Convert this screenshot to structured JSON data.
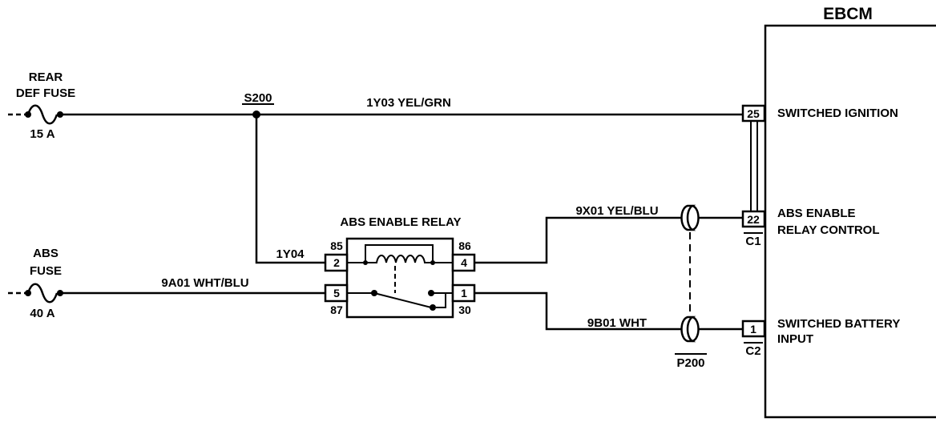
{
  "ebcm": {
    "title": "EBCM",
    "pins": [
      {
        "num": "25",
        "label_lines": [
          "SWITCHED IGNITION"
        ],
        "connector": ""
      },
      {
        "num": "22",
        "label_lines": [
          "ABS ENABLE",
          "RELAY CONTROL"
        ],
        "connector": "C1"
      },
      {
        "num": "1",
        "label_lines": [
          "SWITCHED BATTERY",
          "INPUT"
        ],
        "connector": "C2"
      }
    ]
  },
  "fuses": [
    {
      "label_lines": [
        "REAR",
        "DEF FUSE"
      ],
      "rating": "15 A"
    },
    {
      "label_lines": [
        "ABS",
        "FUSE"
      ],
      "rating": "40 A"
    }
  ],
  "splice": "S200",
  "connector": "P200",
  "relay": {
    "title": "ABS ENABLE RELAY",
    "terminals": {
      "t85": "85",
      "p85": "2",
      "t86": "86",
      "p86": "4",
      "t87": "87",
      "p87": "5",
      "t30": "30",
      "p30": "1"
    }
  },
  "wires": {
    "ignition": "1Y03 YEL/GRN",
    "relay_feed": "1Y04",
    "abs_fuse_feed": "9A01 WHT/BLU",
    "relay_control": "9X01 YEL/BLU",
    "battery_input": "9B01 WHT"
  }
}
